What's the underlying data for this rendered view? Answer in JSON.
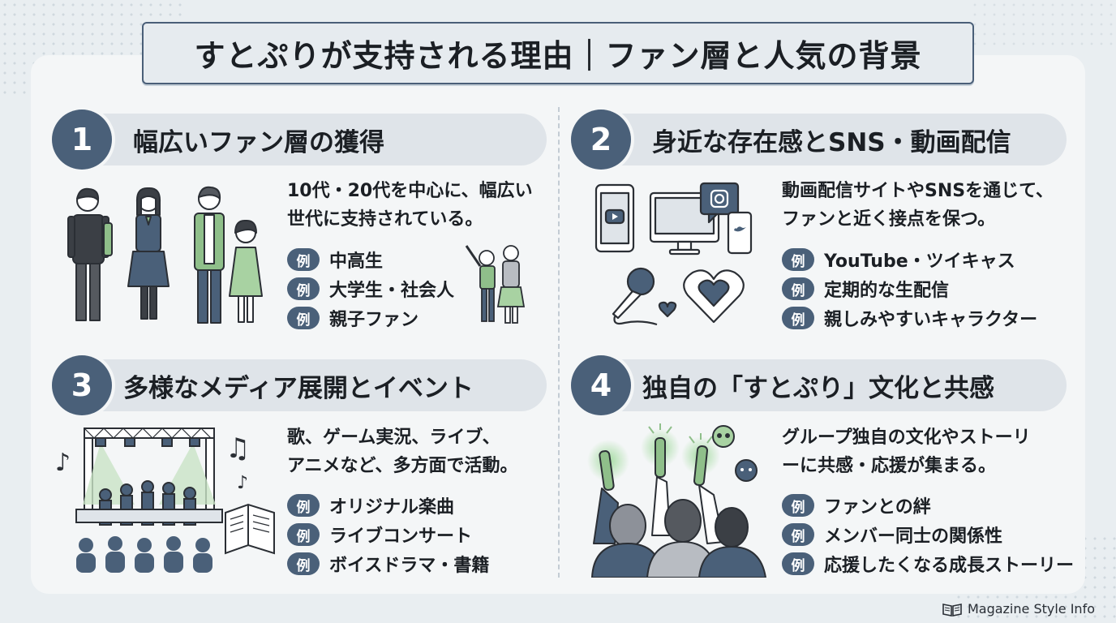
{
  "title": "すとぷりが支持される理由｜ファン層と人気の背景",
  "footer": {
    "brand": "Magazine Style Info",
    "icon": "book-icon"
  },
  "sections": [
    {
      "number": "1",
      "heading": "幅広いファン層の獲得",
      "desc_lines": [
        "10代・20代を中心に、幅広い",
        "世代に支持されている。"
      ],
      "example_tag": "例",
      "examples": [
        "中高生",
        "大学生・社会人",
        "親子ファン"
      ],
      "illustration": "diverse-fans-illustration"
    },
    {
      "number": "2",
      "heading": "身近な存在感とSNS・動画配信",
      "desc_lines": [
        "動画配信サイトやSNSを通じて、",
        "ファンと近く接点を保つ。"
      ],
      "example_tag": "例",
      "examples": [
        "YouTube・ツイキャス",
        "定期的な生配信",
        "親しみやすいキャラクター"
      ],
      "illustration": "devices-sns-illustration"
    },
    {
      "number": "3",
      "heading": "多様なメディア展開とイベント",
      "desc_lines": [
        "歌、ゲーム実況、ライブ、",
        "アニメなど、多方面で活動。"
      ],
      "example_tag": "例",
      "examples": [
        "オリジナル楽曲",
        "ライブコンサート",
        "ボイスドラマ・書籍"
      ],
      "illustration": "concert-stage-illustration"
    },
    {
      "number": "4",
      "heading": "独自の「すとぷり」文化と共感",
      "desc_lines": [
        "グループ独自の文化やストーリ",
        "ーに共感・応援が集まる。"
      ],
      "example_tag": "例",
      "examples": [
        "ファンとの絆",
        "メンバー同士の関係性",
        "応援したくなる成長ストーリー"
      ],
      "illustration": "penlight-fans-illustration"
    }
  ],
  "colors": {
    "accent": "#4a6079",
    "green": "#8fbf8a",
    "panel": "#f4f6f7"
  }
}
